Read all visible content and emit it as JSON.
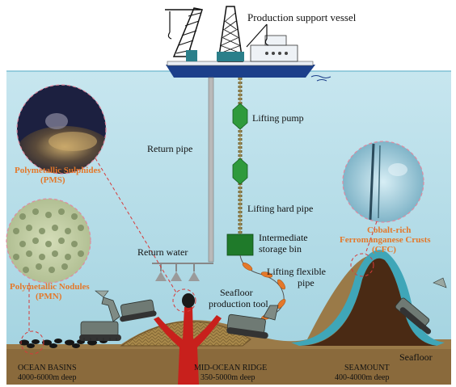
{
  "vessel": {
    "label": "Production support vessel"
  },
  "system": {
    "lifting_pump": "Lifting pump",
    "return_pipe": "Return pipe",
    "lifting_hard_pipe": "Lifting hard pipe",
    "intermediate_bin_line1": "Intermediate",
    "intermediate_bin_line2": "storage bin",
    "return_water": "Return water",
    "flexible_pipe_line1": "Lifting flexible",
    "flexible_pipe_line2": "pipe",
    "production_tool_line1": "Seafloor",
    "production_tool_line2": "production tool"
  },
  "resources": {
    "pms_line1": "Polymetallic Sulphides",
    "pms_line2": "(PMS)",
    "pmn_line1": "Polymetallic Nodules",
    "pmn_line2": "(PMN)",
    "cfc_line1": "Cobalt-rich",
    "cfc_line2": "Ferromanganese Crusts",
    "cfc_line3": "(CFC)"
  },
  "seafloor": {
    "label": "Seafloor",
    "basins_name": "OCEAN BASINS",
    "basins_depth": "4000-6000m deep",
    "ridge_name": "MID-OCEAN RIDGE",
    "ridge_depth": "350-5000m deep",
    "seamount_name": "SEAMOUNT",
    "seamount_depth": "400-4000m deep"
  },
  "colors": {
    "ocean": "#b4dbe6",
    "sediment": "#8a6a3c",
    "seamount": "#4a2a14",
    "crust": "#3fa6b8",
    "pump": "#2e9a3c",
    "bin": "#1f7a2a",
    "flex_segment": "#e4782a",
    "label_orange": "#e4782a",
    "vessel_hull": "#1c3f8a",
    "ridge_red": "#c8201c"
  }
}
